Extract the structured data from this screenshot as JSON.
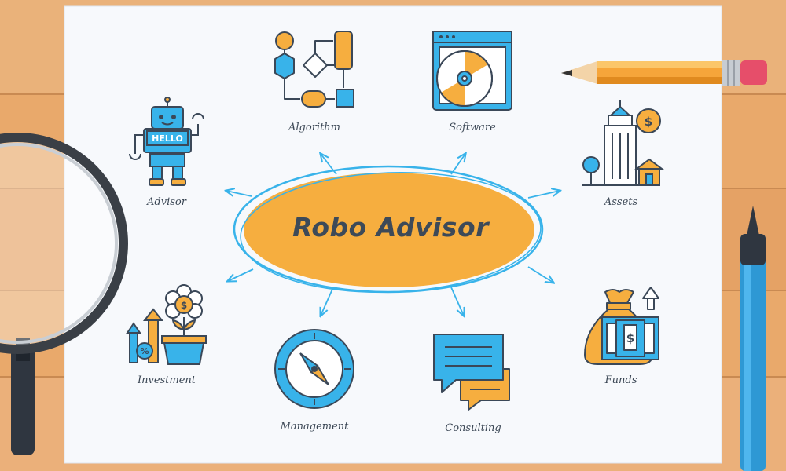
{
  "center": {
    "title": "Robo Advisor"
  },
  "nodes": {
    "algorithm": "Algorithm",
    "software": "Software",
    "advisor": "Advisor",
    "assets": "Assets",
    "investment": "Investment",
    "management": "Management",
    "consulting": "Consulting",
    "funds": "Funds"
  },
  "icon_text": {
    "robot_sign": "HELLO",
    "currency": "$",
    "percent": "%"
  },
  "colors": {
    "orange": "#f6ae3f",
    "blue": "#38b3ea",
    "outline": "#3b4858",
    "wood": "#e9a96b",
    "paper": "#f7f9fc"
  }
}
